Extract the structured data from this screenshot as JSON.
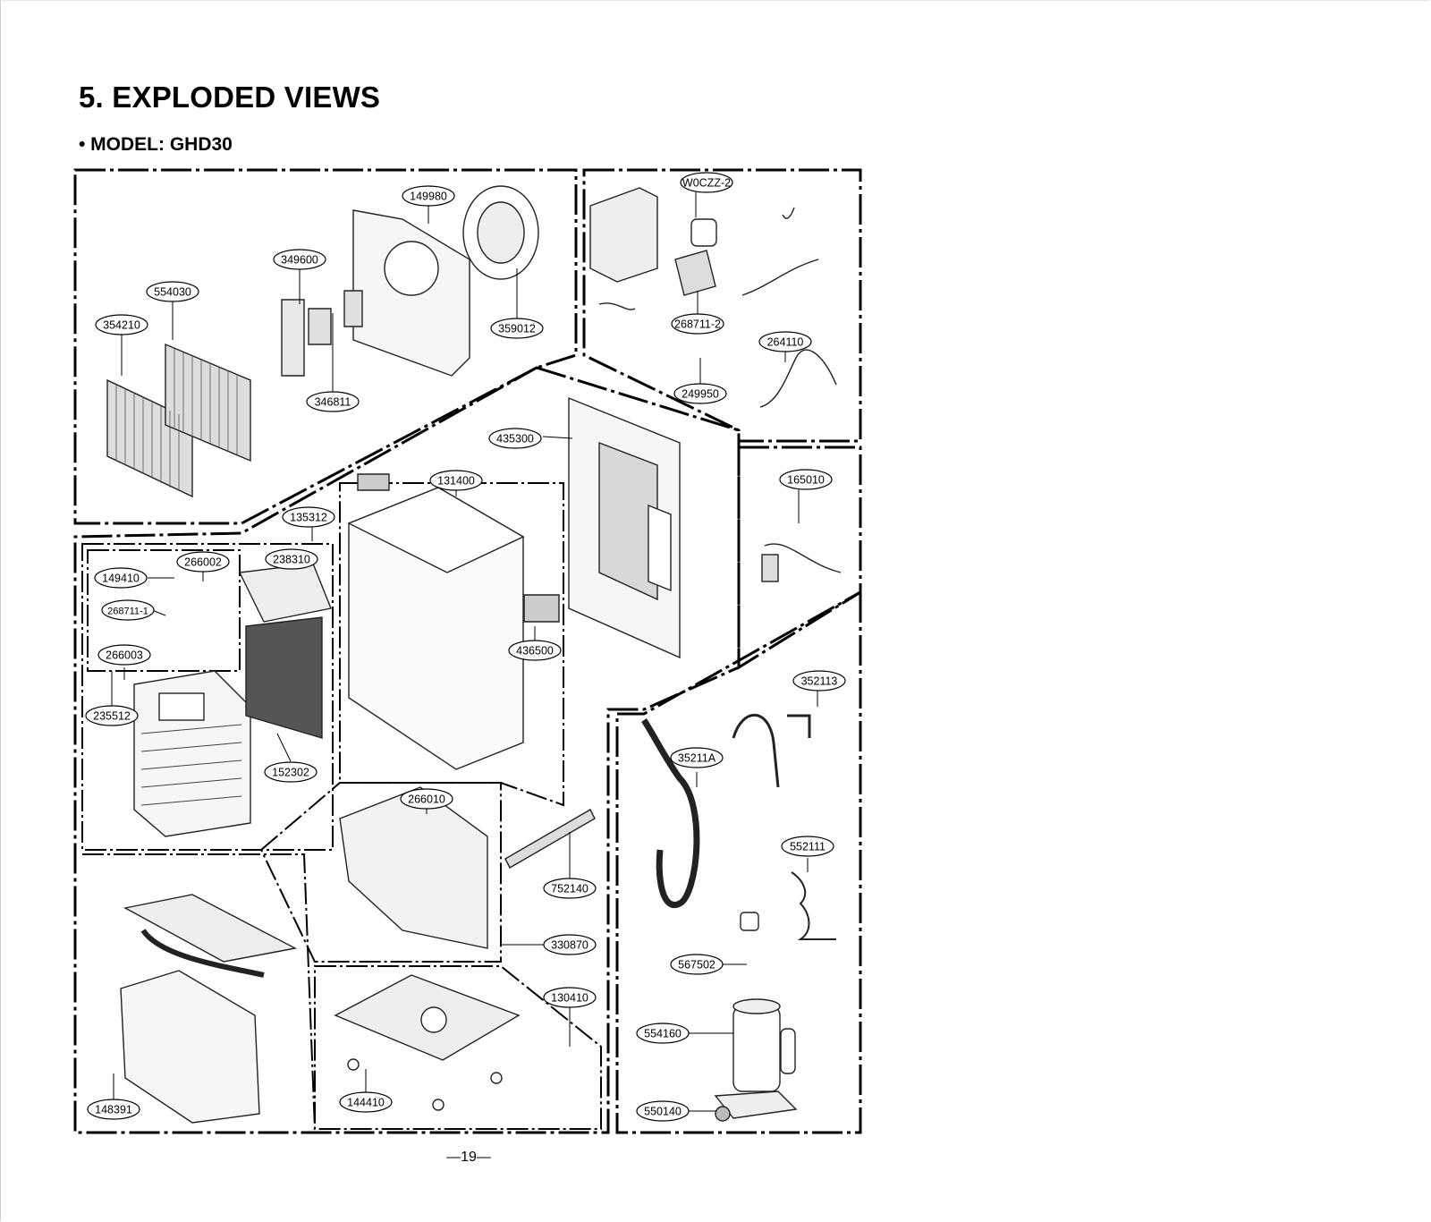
{
  "header": {
    "title": "5. EXPLODED VIEWS",
    "model_line": "• MODEL: GHD30"
  },
  "footer": {
    "page_number": "—19—"
  },
  "parts": {
    "p149980": "149980",
    "p349600": "349600",
    "p554030": "554030",
    "p354210": "354210",
    "p359012": "359012",
    "p346811": "346811",
    "pW0CZZ2": "W0CZZ-2",
    "p268711_2": "268711-2",
    "p264110": "264110",
    "p249950": "249950",
    "p435300": "435300",
    "p131400": "131400",
    "p165010": "165010",
    "p135312": "135312",
    "p266002": "266002",
    "p238310": "238310",
    "p149410": "149410",
    "p268711_1": "268711-1",
    "p266003": "266003",
    "p436500": "436500",
    "p235512": "235512",
    "p352113": "352113",
    "p35211A": "35211A",
    "p152302": "152302",
    "p266010": "266010",
    "p552111": "552111",
    "p752140": "752140",
    "p330870": "330870",
    "p567502": "567502",
    "p130410": "130410",
    "p554160": "554160",
    "p148391": "148391",
    "p144410": "144410",
    "p550140": "550140"
  }
}
